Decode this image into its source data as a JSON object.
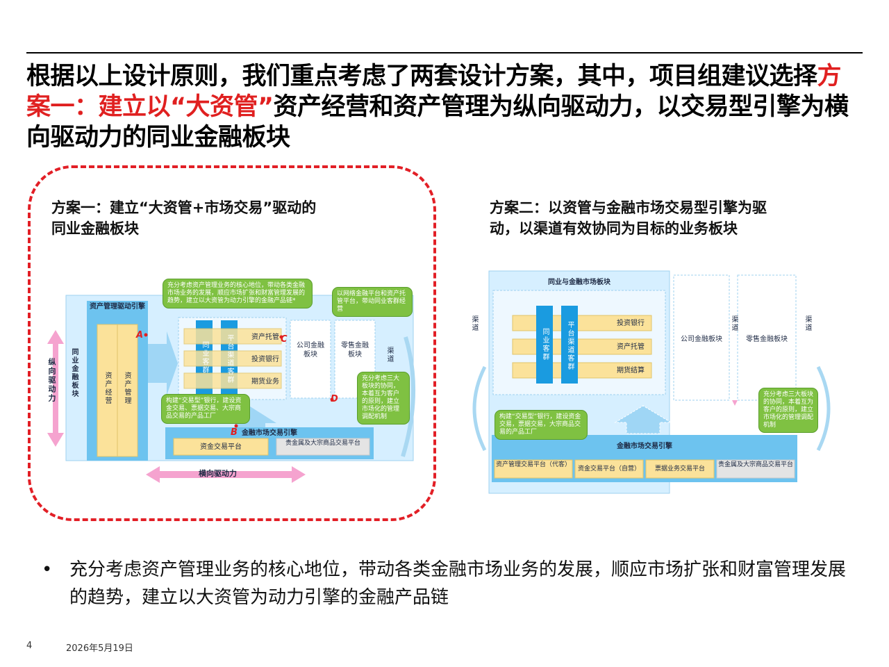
{
  "headline": {
    "part1": "根据以上设计原则，我们重点考虑了两套设计方案，其中，项目组建议选择",
    "highlight": "方案一：建立以“大资管”",
    "part2": "资产经营和资产管理为纵向驱动力，以交易型引擎为横向驱动力的同业金融板块"
  },
  "option1": {
    "title_line1": "方案一：建立“大资管+市场交易”驱动的",
    "title_line2": "同业金融板块",
    "vertical_drive": "纵向驱动力",
    "horizontal_drive": "横向驱动力",
    "asset_engine": "资产管理驱动引擎",
    "segment": "同业金融板块",
    "col_asset_ops": "资产经营",
    "col_asset_mgmt": "资产管理",
    "col_interbank": "同业客群",
    "col_platform": "平台渠道客群",
    "row_custody": "资产托管",
    "row_investment": "投资银行",
    "row_futures": "期货业务",
    "corporate": "公司金融板块",
    "retail": "零售金融板块",
    "channel": "渠道",
    "engine": "金融市场交易引擎",
    "platform_funds": "资金交易平台",
    "platform_commodity": "贵金属及大宗商品交易平台",
    "callout_top": "充分考虑资产管理业务的核心地位，带动各类金融市场业务的发展，顺应市场扩张和财富管理发展的趋势，建立以大资管为动力引擎的金融产品链*",
    "callout_right": "以网络金融平台和资产托管平台，带动同业客群经营",
    "callout_bottom_left": "构建“交易型”银行，建设资金交易、票据交易、大宗商品交易的产品工厂",
    "callout_bottom_right": "充分考虑三大板块的协同，本着互为客户的原则，建立市场化的管理调配机制",
    "label_a": "A",
    "label_b": "B",
    "label_c": "C",
    "label_d": "D"
  },
  "option2": {
    "title_line1": "方案二：以资管与金融市场交易型引擎为驱",
    "title_line2": "动，以渠道有效协同为目标的业务板块",
    "segment": "同业与金融市场板块",
    "col_interbank": "同业客群",
    "col_platform": "平台渠道客群",
    "row_investment": "投资银行",
    "row_custody": "资产托管",
    "row_futures": "期货结算",
    "corporate": "公司金融板块",
    "retail": "零售金融板块",
    "channel": "渠道",
    "engine": "金融市场交易引擎",
    "platform_asset": "资产管理交易平台（代客）",
    "platform_funds": "资金交易平台（自营）",
    "platform_bills": "票据业务交易平台",
    "platform_commodity": "贵金属及大宗商品交易平台",
    "callout_left": "构建“交易型”银行，建设资金交易，票据交易，大宗商品交易的产品工厂",
    "callout_right": "充分考虑三大板块的协同，本着互为客户的原则，建立市场化的管理调配机制"
  },
  "bullet": {
    "text": "充分考虑资产管理业务的核心地位，带动各类金融市场业务的发展，顺应市场扩张和财富管理发展的趋势，建立以大资管为动力引擎的金融产品链"
  },
  "footer": {
    "page": "4",
    "date": "2026年5月19日"
  }
}
